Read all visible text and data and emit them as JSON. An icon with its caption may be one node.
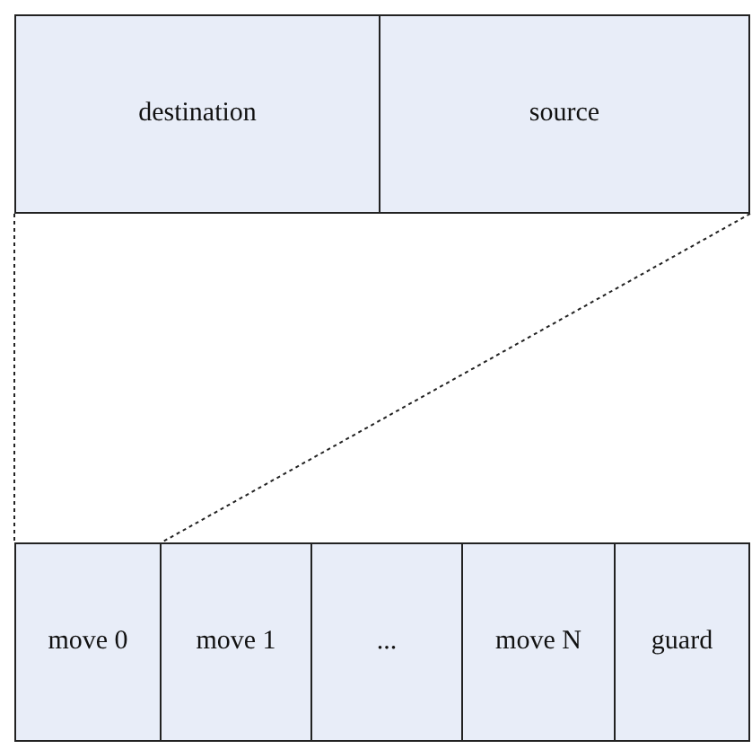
{
  "diagram": {
    "nodes": [
      {
        "text": [
          "destination"
        ]
      },
      {
        "text": [
          "source"
        ]
      },
      {
        "text": [
          "move 0"
        ]
      },
      {
        "text": [
          "move 1"
        ]
      },
      {
        "text": [
          "..."
        ]
      },
      {
        "text": [
          "move N"
        ]
      },
      {
        "text": [
          "guard"
        ]
      }
    ],
    "edges": [
      {
        "from": 0,
        "to": 2,
        "arrow": "none",
        "style": "dashed"
      },
      {
        "from": 1,
        "to": 2,
        "arrow": "none",
        "style": "dashed"
      }
    ]
  }
}
